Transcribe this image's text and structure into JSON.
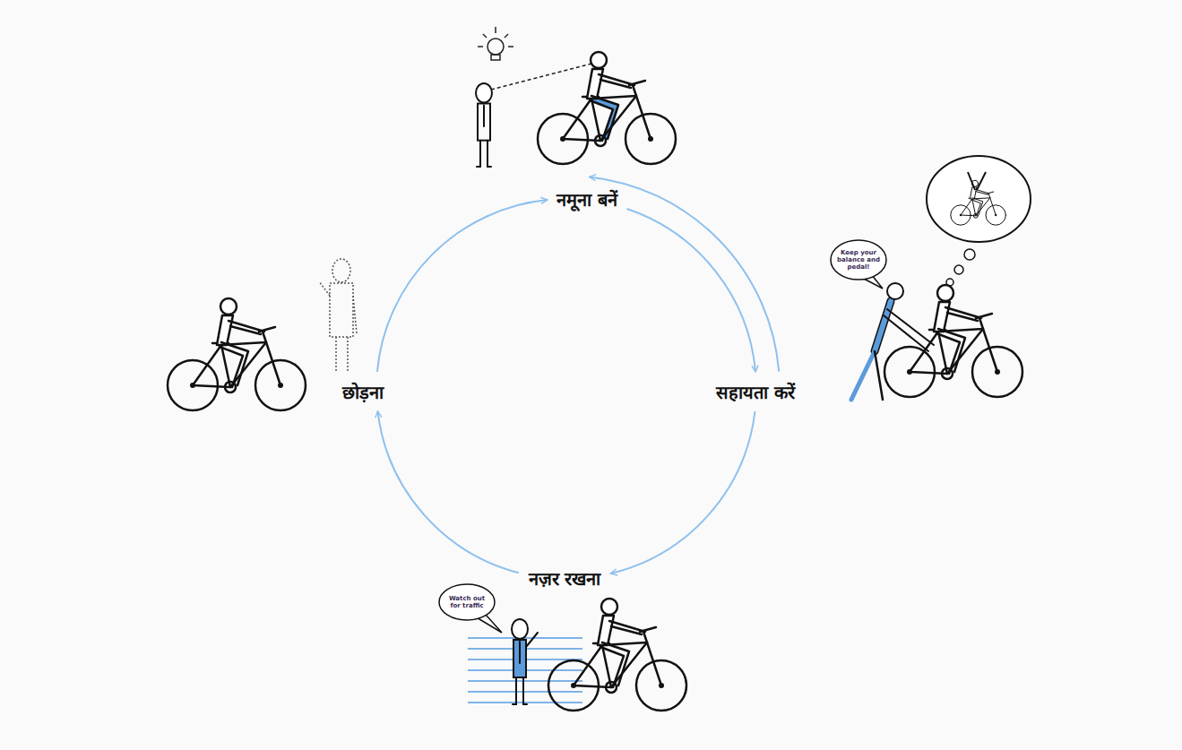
{
  "diagram": {
    "nodes": [
      {
        "text": [
          "नमूना बनें"
        ]
      },
      {
        "text": [
          "सहायता करें"
        ]
      },
      {
        "text": [
          "नज़र रखना"
        ]
      },
      {
        "text": [
          "छोड़ना"
        ]
      }
    ],
    "edges": [
      {
        "from": 0,
        "to": 1,
        "arrow": "to"
      },
      {
        "from": 1,
        "to": 0,
        "arrow": "to"
      },
      {
        "from": 1,
        "to": 2,
        "arrow": "to"
      },
      {
        "from": 2,
        "to": 3,
        "arrow": "to"
      },
      {
        "from": 3,
        "to": 0,
        "arrow": "to"
      }
    ],
    "labels": [
      "Keep your balance and pedal!",
      "Watch out for traffic"
    ]
  }
}
